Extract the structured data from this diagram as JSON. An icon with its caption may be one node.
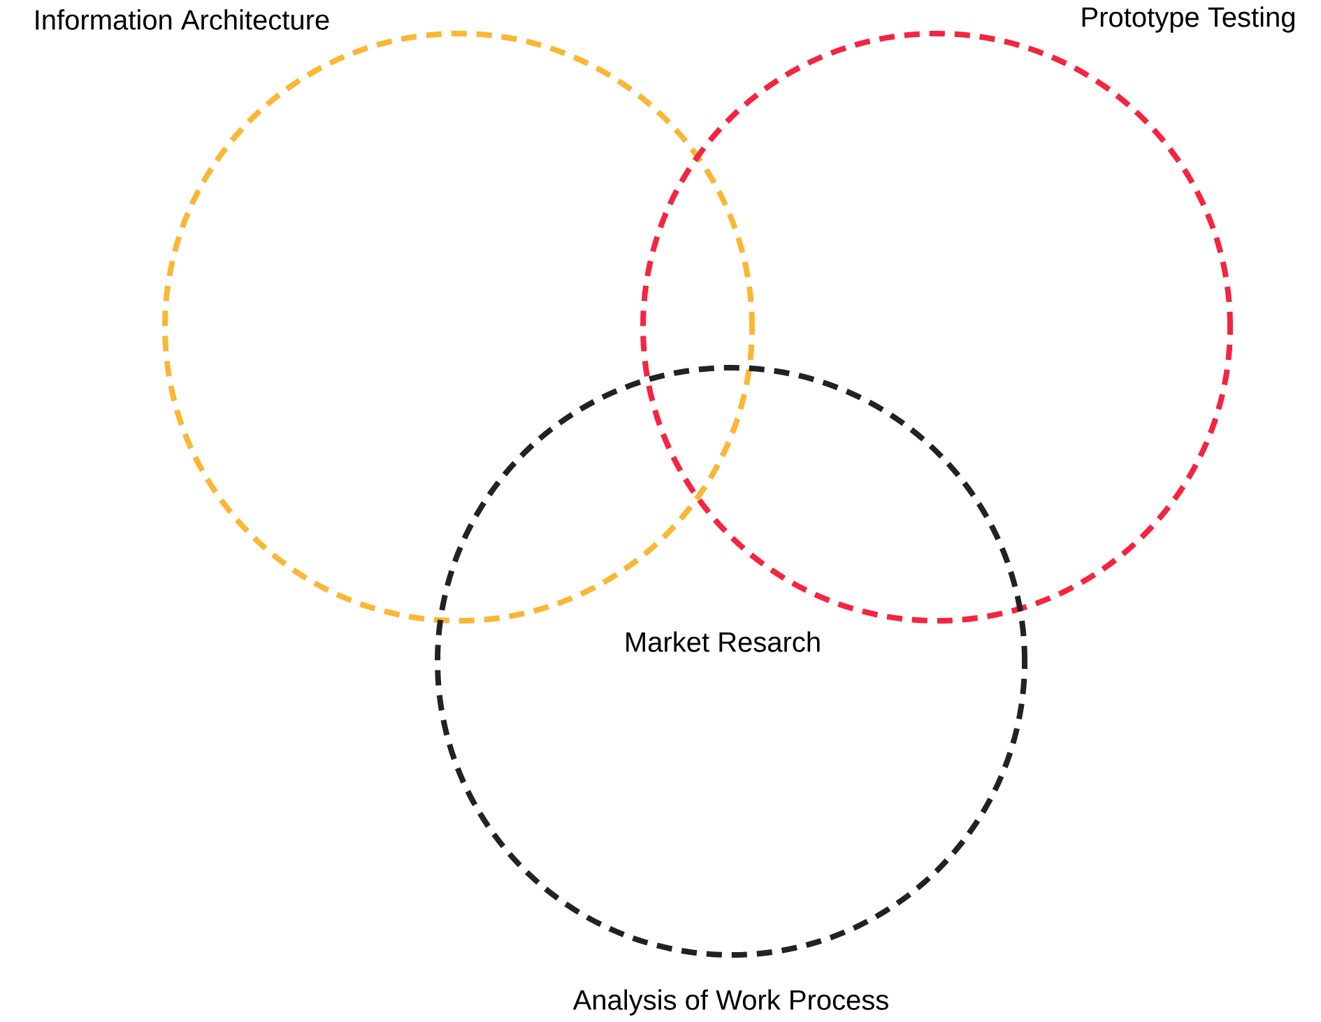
{
  "diagram": {
    "nodes": [
      {
        "text": [
          "Information Architecture"
        ]
      },
      {
        "text": [
          "Prototype Testing"
        ]
      },
      {
        "text": [
          "Analysis of Work Process"
        ]
      }
    ],
    "edges": [],
    "labels": [
      "Market Resarch"
    ]
  }
}
